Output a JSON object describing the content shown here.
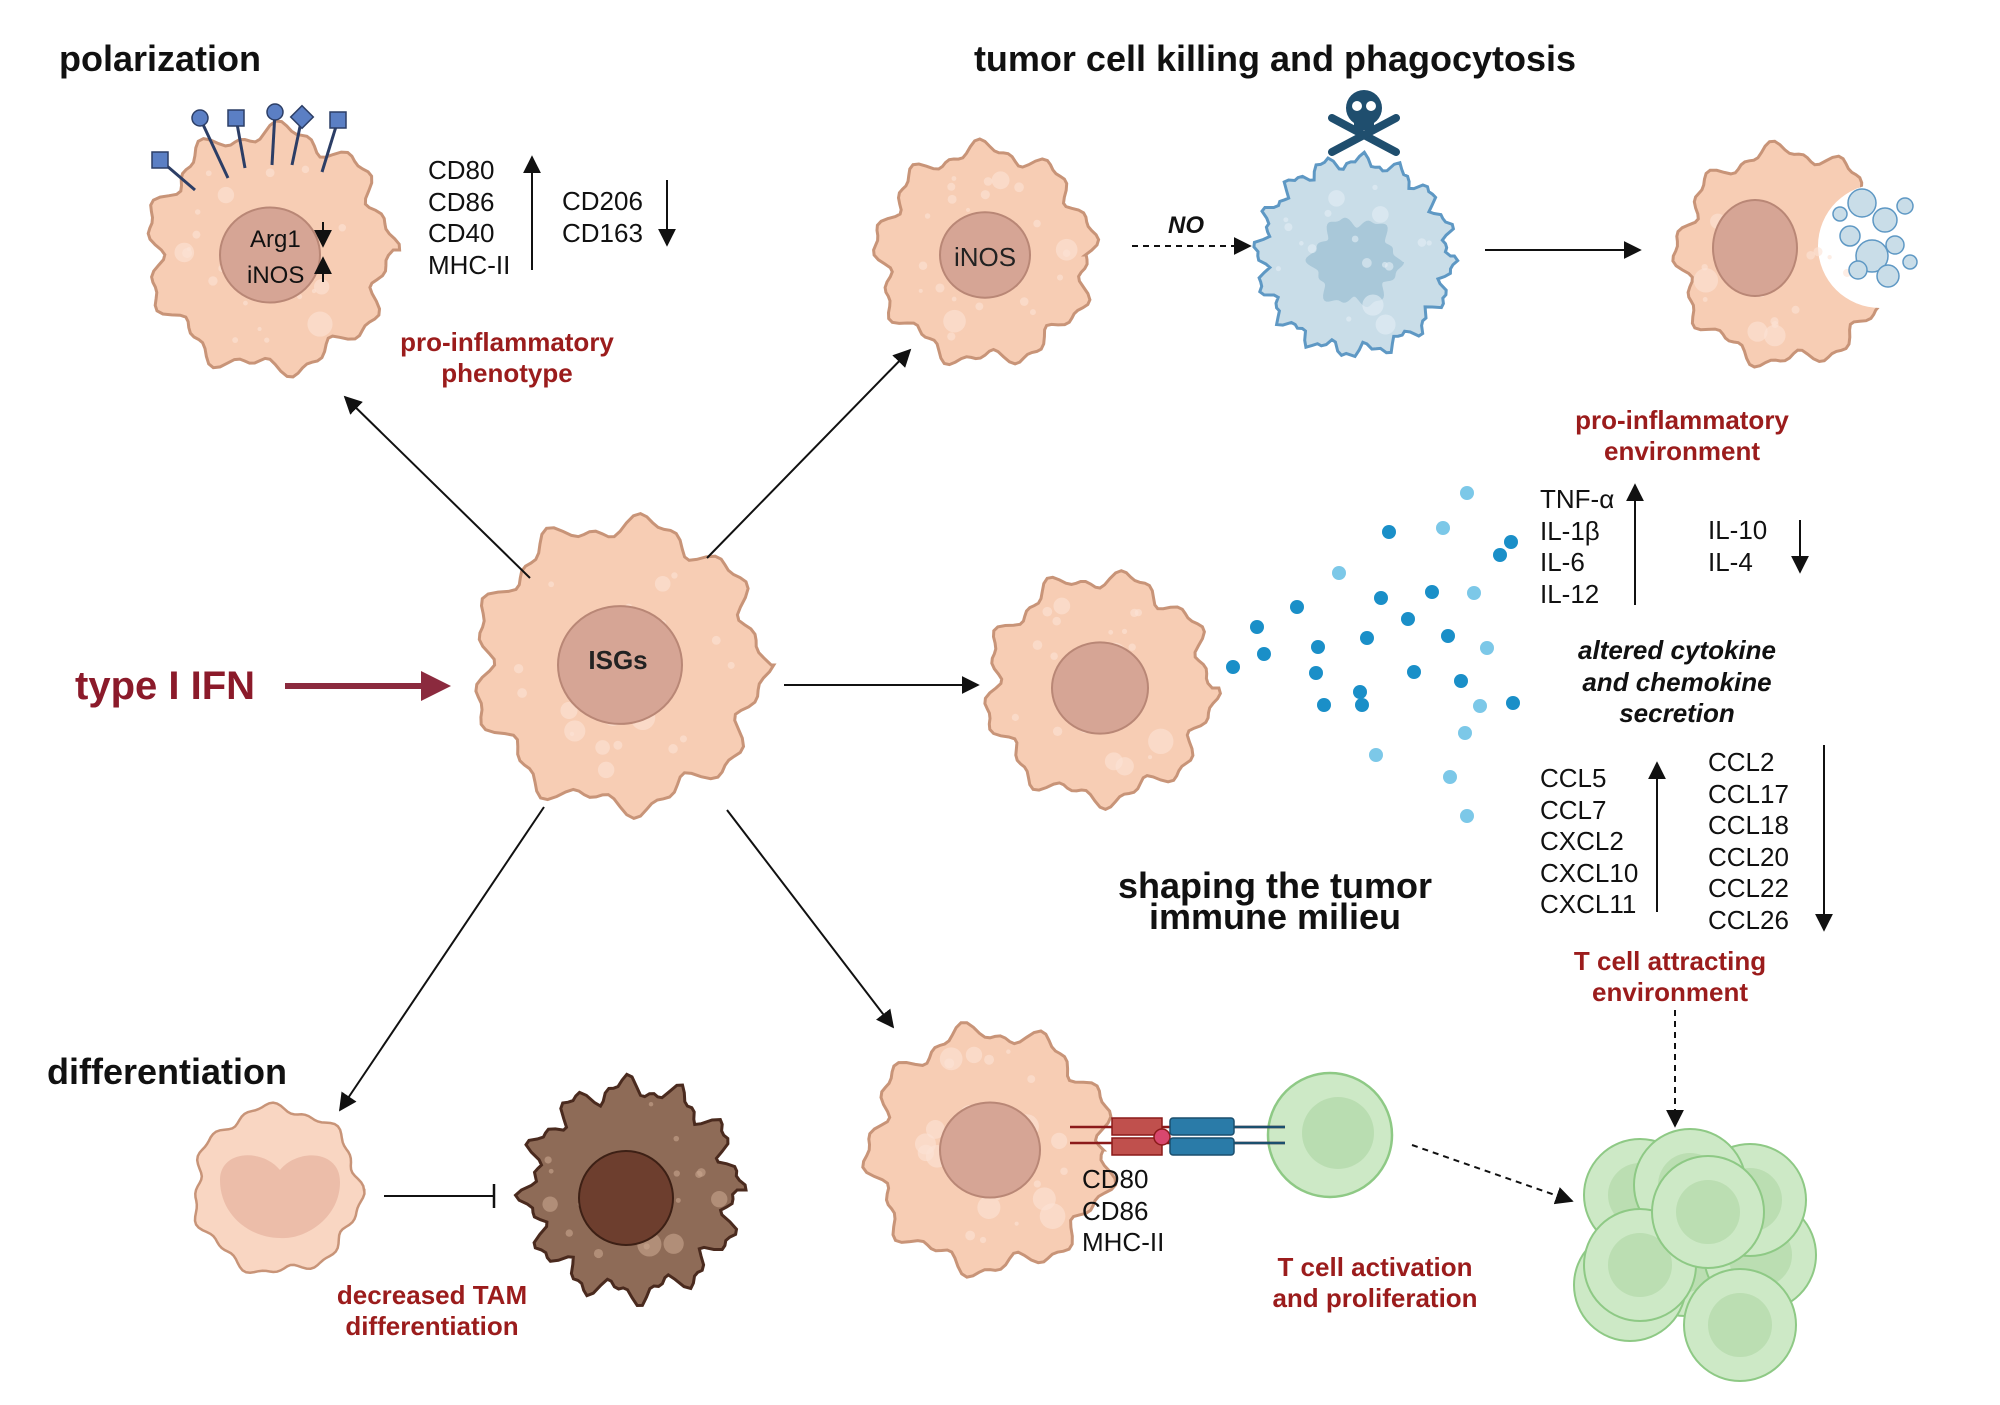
{
  "stimulus": "type I IFN",
  "central_cell_label": "ISGs",
  "sections": {
    "polarization": {
      "title": "polarization",
      "nucleus_lines": [
        "Arg1",
        "iNOS"
      ],
      "up_markers": [
        "CD80",
        "CD86",
        "CD40",
        "MHC-II"
      ],
      "down_markers": [
        "CD206",
        "CD163"
      ],
      "phenotype_lines": [
        "pro-inflammatory",
        "phenotype"
      ]
    },
    "killing": {
      "title": "tumor cell killing and phagocytosis",
      "cell_label": "iNOS",
      "mediator": "NO"
    },
    "milieu": {
      "title_lines": [
        "shaping the tumor",
        "immune milieu"
      ],
      "environment_lines": [
        "pro-inflammatory",
        "environment"
      ],
      "cytokines_up": [
        "TNF-α",
        "IL-1β",
        "IL-6",
        "IL-12"
      ],
      "cytokines_down": [
        "IL-10",
        "IL-4"
      ],
      "secretion_lines": [
        "altered cytokine",
        "and chemokine",
        "secretion"
      ],
      "chemokines_up": [
        "CCL5",
        "CCL7",
        "CXCL2",
        "CXCL10",
        "CXCL11"
      ],
      "chemokines_down": [
        "CCL2",
        "CCL17",
        "CCL18",
        "CCL20",
        "CCL22",
        "CCL26"
      ],
      "tcell_env_lines": [
        "T cell attracting",
        "environment"
      ]
    },
    "differentiation": {
      "title": "differentiation",
      "outcome_lines": [
        "decreased TAM",
        "differentiation"
      ]
    },
    "tcell": {
      "markers": [
        "CD80",
        "CD86",
        "MHC-II"
      ],
      "outcome_lines": [
        "T cell activation",
        "and proliferation"
      ]
    }
  },
  "colors": {
    "macrophage_fill": "#f7cdb4",
    "macrophage_edge": "#c89478",
    "nucleus_fill": "#d6a595",
    "tumor_fill": "#c9dde8",
    "tumor_edge": "#5e98c4",
    "tam_fill": "#8e6b57",
    "tam_nucleus": "#6d3e2e",
    "tcell_fill": "#cde9c6",
    "tcell_edge": "#8ec985",
    "accent_red": "#9b1c1c",
    "ifn_arrow": "#8b2a3e",
    "cytokine_dark": "#1a8fc8",
    "cytokine_light": "#7cc8e8"
  }
}
